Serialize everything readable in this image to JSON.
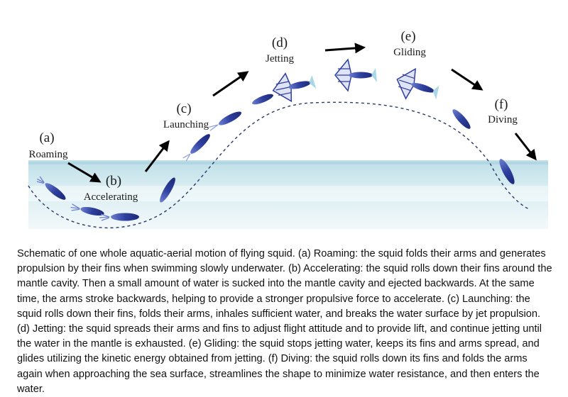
{
  "stages": [
    {
      "letter": "(a)",
      "name": "Roaming"
    },
    {
      "letter": "(b)",
      "name": "Accelerating"
    },
    {
      "letter": "(c)",
      "name": "Launching"
    },
    {
      "letter": "(d)",
      "name": "Jetting"
    },
    {
      "letter": "(e)",
      "name": "Gliding"
    },
    {
      "letter": "(f)",
      "name": "Diving"
    }
  ],
  "colors": {
    "water_surface": "#cfe7ee",
    "water_deep": "#eaf4f7",
    "squid_body": "#2e3f9e",
    "trajectory": "#2a3a6a",
    "arrow": "#000000"
  },
  "caption": "Schematic of one whole aquatic-aerial motion of flying squid. (a) Roaming: the squid folds their arms and generates propulsion by their fins when swimming slowly underwater. (b) Accelerating: the squid rolls down their fins around the mantle cavity. Then a small amount of water is sucked into the mantle cavity and ejected backwards. At the same time, the arms stroke backwards, helping to provide a stronger propulsive force to accelerate. (c) Launching: the squid rolls down their fins, folds their arms, inhales sufficient water, and breaks the water surface by jet propulsion. (d) Jetting: the squid spreads their arms and fins to adjust flight attitude and to provide lift, and continue jetting until the water in the mantle is exhausted. (e) Gliding: the squid stops jetting water, keeps its fins and arms spread, and glides utilizing the kinetic energy obtained from jetting. (f) Diving: the squid rolls down its fins and folds the arms again when approaching the sea surface, streamlines the shape to minimize water resistance, and then enters the water."
}
